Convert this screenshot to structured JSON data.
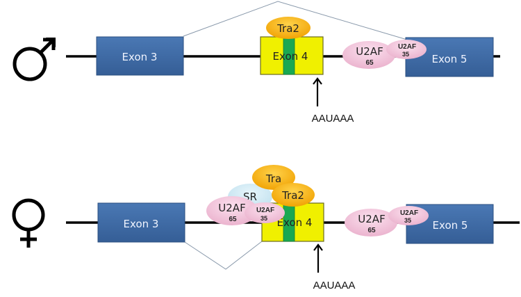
{
  "colors": {
    "exon_blue": "#3b66a0",
    "exon_blue_border": "#2b4f80",
    "exon_yellow": "#f0f000",
    "exon_yellow_border": "#6a6a20",
    "green_band": "#1aa852",
    "tra_orange": "#f5a800",
    "u2af_pink": "#f5c6dc",
    "sr_blue": "#cde8f2",
    "splice_line": "#8898aa",
    "text_light": "#f0f4ff",
    "text_dark": "#000000"
  },
  "male": {
    "symbol": "male-symbol",
    "exons": [
      {
        "label": "Exon 3"
      },
      {
        "label": "Exon 4"
      },
      {
        "label": "Exon 5"
      }
    ],
    "proteins": {
      "tra2": "Tra2",
      "u2af65_top": "U2AF",
      "u2af65_sub": "65",
      "u2af35_top": "U2AF",
      "u2af35_sub": "35"
    },
    "polyA_site": "AAUAAA"
  },
  "female": {
    "symbol": "female-symbol",
    "exons": [
      {
        "label": "Exon 3"
      },
      {
        "label": "Exon 4"
      },
      {
        "label": "Exon 5"
      }
    ],
    "proteins": {
      "tra": "Tra",
      "tra2": "Tra2",
      "sr": "SR",
      "u2af65_left_top": "U2AF",
      "u2af65_left_sub": "65",
      "u2af35_left_top": "U2AF",
      "u2af35_left_sub": "35",
      "u2af65_right_top": "U2AF",
      "u2af65_right_sub": "65",
      "u2af35_right_top": "U2AF",
      "u2af35_right_sub": "35"
    },
    "polyA_site": "AAUAAA"
  }
}
